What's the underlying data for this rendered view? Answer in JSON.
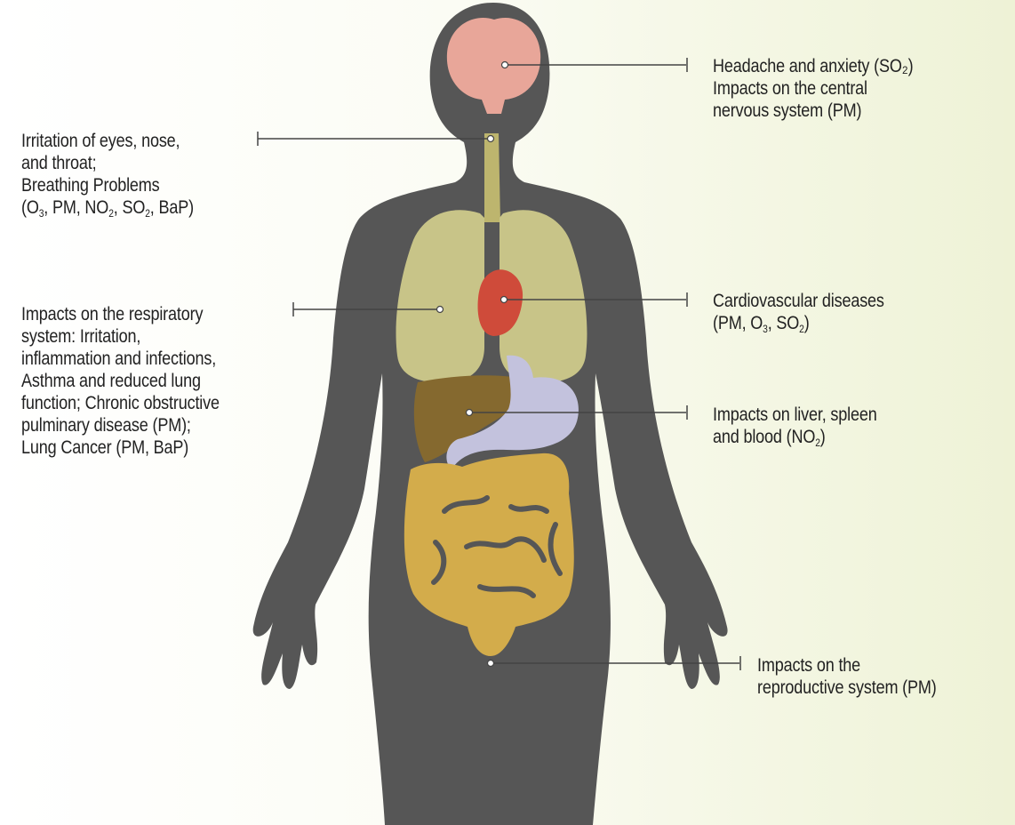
{
  "colors": {
    "body": "#565656",
    "brain": "#e8a699",
    "trachea": "#bdb56e",
    "lungs": "#c8c488",
    "heart": "#cf4b3a",
    "liver": "#85692f",
    "stomach": "#c3c2dd",
    "intestines": "#d3ac4b",
    "leader_line": "#444444",
    "text": "#222222"
  },
  "labels": {
    "brain": {
      "line1": "Headache and anxiety (SO₂)",
      "line2": "Impacts on the central",
      "line3": "nervous system (PM)"
    },
    "throat": {
      "line1": "Irritation of eyes, nose,",
      "line2": "and throat;",
      "line3": "Breathing Problems",
      "line4_parts": [
        "(O",
        "3",
        ", PM, NO",
        "2",
        ", SO",
        "2",
        ", BaP)"
      ]
    },
    "respiratory": {
      "line1": "Impacts on the respiratory",
      "line2": "system: Irritation,",
      "line3": "inflammation and infections,",
      "line4": "Asthma and reduced lung",
      "line5": "function; Chronic obstructive",
      "line6": "pulminary disease (PM);",
      "line7": "Lung Cancer (PM, BaP)"
    },
    "cardio": {
      "line1": "Cardiovascular diseases",
      "line2_parts": [
        "(PM, O",
        "3",
        ", SO",
        "2",
        ")"
      ]
    },
    "liver": {
      "line1": "Impacts on liver, spleen",
      "line2_parts": [
        "and blood (NO",
        "2",
        ")"
      ]
    },
    "reproductive": {
      "line1": "Impacts on the",
      "line2": "reproductive system (PM)"
    }
  }
}
